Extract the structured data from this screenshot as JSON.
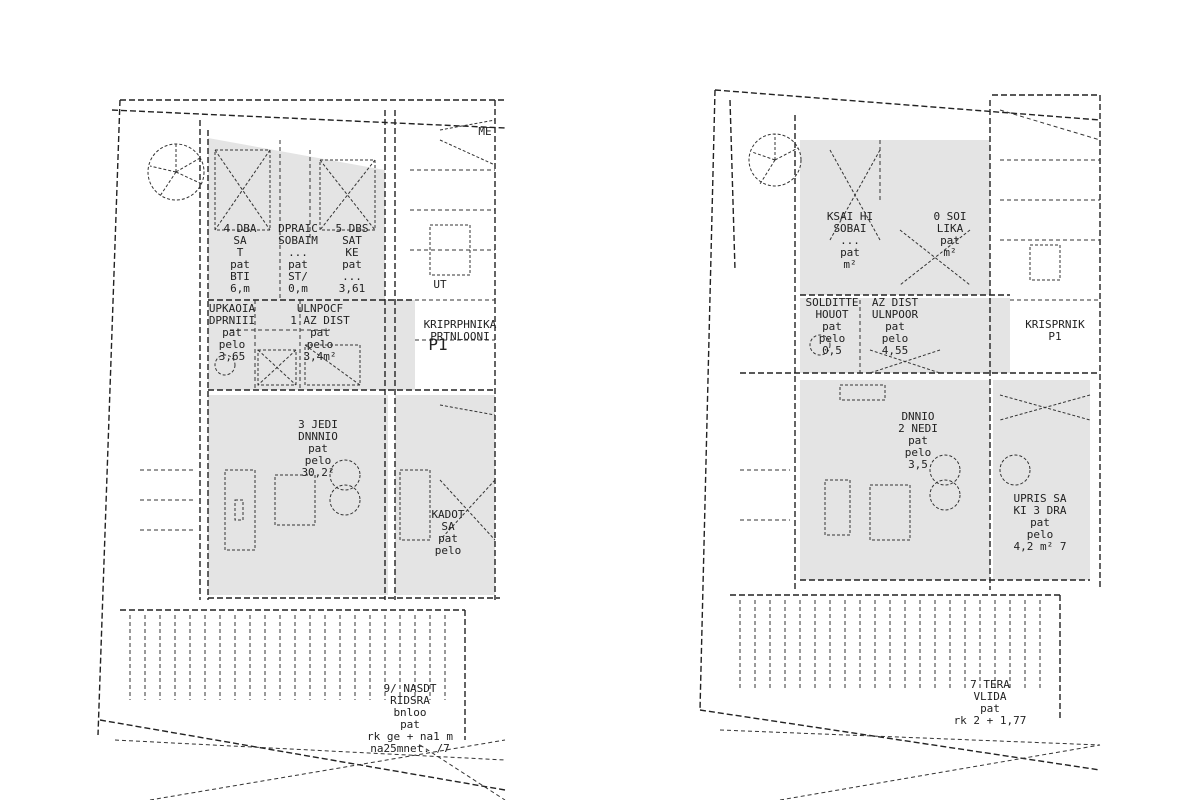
{
  "plans": [
    {
      "id": "left",
      "rooms": [
        {
          "id": "room-a",
          "lines": [
            "4 DBA",
            "SA",
            "T",
            "pat",
            "BTI",
            "6,m"
          ]
        },
        {
          "id": "room-b",
          "lines": [
            "DPRAIC",
            "SOBAIM",
            "...",
            "pat",
            "ST/",
            "0,m"
          ]
        },
        {
          "id": "room-c",
          "lines": [
            "5 DBS",
            "SAT",
            "KE",
            "pat",
            "...",
            "3,61"
          ]
        },
        {
          "id": "room-d",
          "lines": [
            "UPKAOIA",
            "DPRNIII",
            "pat",
            "pelo",
            "3,65"
          ]
        },
        {
          "id": "room-e",
          "lines": [
            "ULNPOCF",
            "1 AZ DIST",
            "pat",
            "pelo",
            "3,4m²"
          ]
        },
        {
          "id": "room-f",
          "lines": [
            "KRIPRPHNIKA",
            "PRTNLOONI"
          ]
        },
        {
          "id": "room-g",
          "lines": [
            "3 JEDI",
            "DNNNIO",
            "pat",
            "pelo",
            "30,2²"
          ]
        },
        {
          "id": "room-h",
          "lines": [
            "KADOT",
            "SA",
            "pat",
            "pelo"
          ]
        },
        {
          "id": "room-i",
          "lines": [
            "9/ NASDT",
            "RIDSRA",
            "bnloo",
            "pat",
            "rk ge + na1 m",
            "na25mnet. /7"
          ]
        }
      ],
      "markers": [
        {
          "id": "label-me",
          "text": "ME"
        },
        {
          "id": "label-p1",
          "text": "P1"
        },
        {
          "id": "label-ut",
          "text": "UT"
        }
      ]
    },
    {
      "id": "right",
      "rooms": [
        {
          "id": "room-a",
          "lines": [
            "KSAI HI",
            "SOBAI",
            "...",
            "pat",
            "m²"
          ]
        },
        {
          "id": "room-b",
          "lines": [
            "0 SOI",
            "LIKA",
            "pat",
            "m²"
          ]
        },
        {
          "id": "room-c",
          "lines": [
            "SOLDITTE",
            "HOUOT",
            "pat",
            "pelo",
            "0,5"
          ]
        },
        {
          "id": "room-d",
          "lines": [
            "AZ DIST",
            "ULNPOOR",
            "pat",
            "pelo",
            "4,55"
          ]
        },
        {
          "id": "room-e",
          "lines": [
            "KRISPRNIK",
            "P1"
          ]
        },
        {
          "id": "room-f",
          "lines": [
            "DNNIO",
            "2 NEDI",
            "pat",
            "pelo",
            "3,5"
          ]
        },
        {
          "id": "room-g",
          "lines": [
            "UPRIS SA",
            "KI 3 DRA",
            "pat",
            "pelo",
            "4,2 m²  7"
          ]
        },
        {
          "id": "room-h",
          "lines": [
            "7 TERA",
            "VLIDA",
            "pat",
            "rk 2 + 1,77"
          ]
        }
      ]
    }
  ]
}
